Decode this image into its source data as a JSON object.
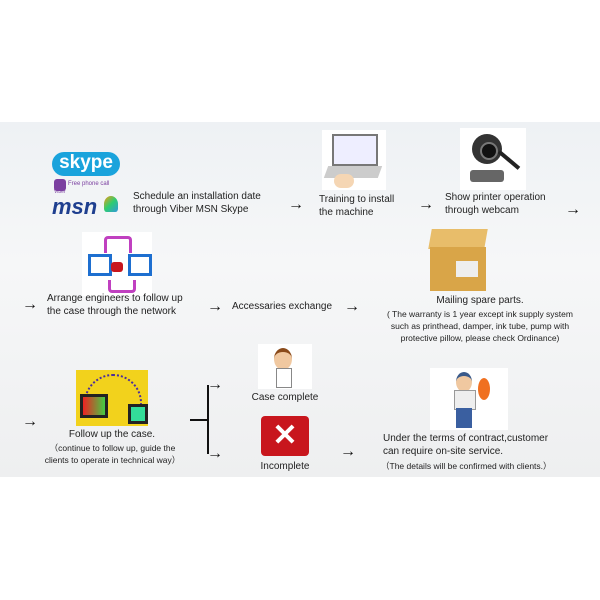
{
  "logos": {
    "skype": "skype",
    "viber_caption": "Free phone call",
    "viber": "Viber",
    "msn": "msn"
  },
  "steps": {
    "schedule": [
      "Schedule an installation date",
      "through Viber MSN Skype"
    ],
    "training": [
      "Training to install",
      "the machine"
    ],
    "webcam": [
      "Show printer operation",
      "through webcam"
    ],
    "arrange": [
      "Arrange engineers to follow up",
      "the case through the network"
    ],
    "accessories": "Accessaries exchange",
    "mailing_title": "Mailing spare parts.",
    "mailing_note": [
      "( The warranty is 1 year except ink supply system",
      "such as printhead, damper, ink tube, pump with",
      "protective pillow, please check Ordinance)"
    ],
    "follow_title": "Follow up the case.",
    "follow_note": [
      "（continue to follow up, guide the",
      "clients to operate in technical way）"
    ],
    "case_complete": "Case complete",
    "incomplete": "Incomplete",
    "onsite": [
      "Under the terms of contract,customer",
      "can require on-site service."
    ],
    "onsite_note": "（The details will be confirmed with clients.）"
  },
  "arrow_glyph": "→",
  "colors": {
    "skype": "#1aa3dc",
    "msn": "#1f3f8f",
    "box": "#d9a548",
    "red": "#c8161d"
  }
}
